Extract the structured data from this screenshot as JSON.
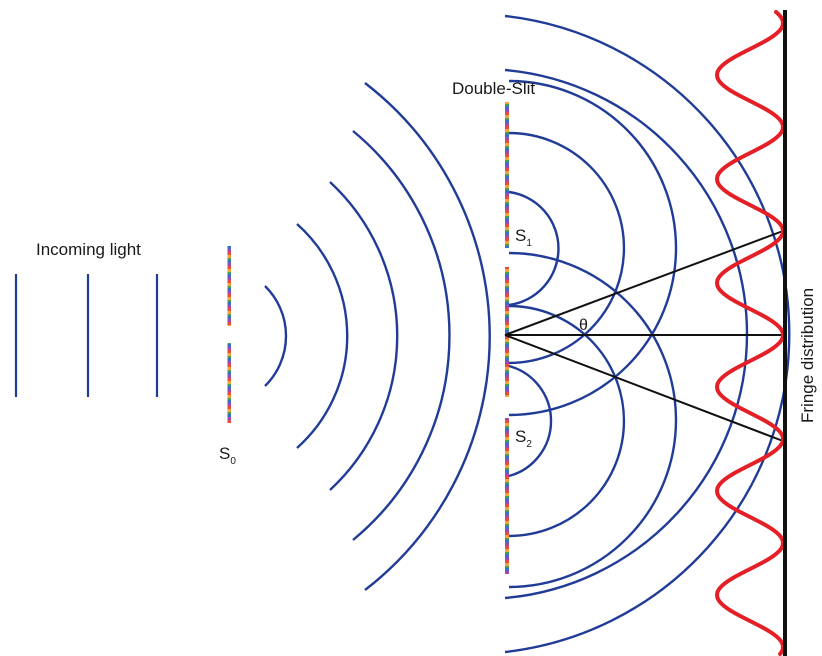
{
  "labels": {
    "incoming_light": "Incoming light",
    "double_slit": "Double-Slit",
    "source_s0": "S",
    "source_s0_sub": "0",
    "slit_s1": "S",
    "slit_s1_sub": "1",
    "slit_s2": "S",
    "slit_s2_sub": "2",
    "angle": "θ",
    "screen": "Fringe distribution"
  },
  "colors": {
    "wavefront": "#213c97",
    "fringe_curve": "#e41f26",
    "lines": "#111111"
  }
}
